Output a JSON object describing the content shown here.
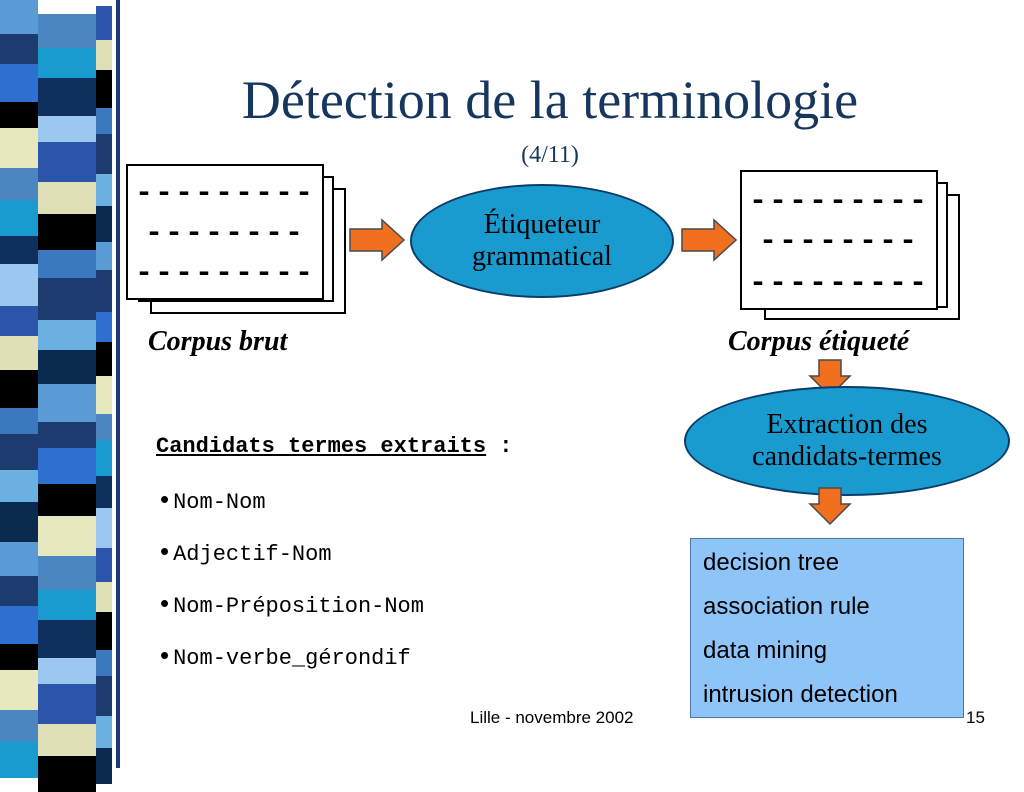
{
  "title": "Détection de la terminologie",
  "subtitle": "(4/11)",
  "input_corpus": {
    "lines": [
      "---------",
      "--------",
      "---------"
    ],
    "label": "Corpus brut"
  },
  "tagger": {
    "line1": "Étiqueteur",
    "line2": "grammatical"
  },
  "output_corpus": {
    "lines": [
      "---------",
      "--------",
      "---------"
    ],
    "label": "Corpus étiqueté"
  },
  "extraction": {
    "line1": "Extraction des",
    "line2": "candidats-termes"
  },
  "candidates": {
    "heading": "Candidats termes extraits",
    "heading_suffix": " :",
    "bullet": "•",
    "items": [
      "Nom-Nom",
      "Adjectif-Nom",
      "Nom-Préposition-Nom",
      "Nom-verbe_gérondif"
    ]
  },
  "terms": [
    "decision tree",
    "association rule",
    "data mining",
    "intrusion detection"
  ],
  "footer": {
    "text": "Lille - novembre 2002",
    "page": "15"
  },
  "colors": {
    "title": "#17365d",
    "ellipse_fill": "#1a9bd0",
    "arrow_fill": "#f07020",
    "term_box": "#8fc4f8"
  }
}
